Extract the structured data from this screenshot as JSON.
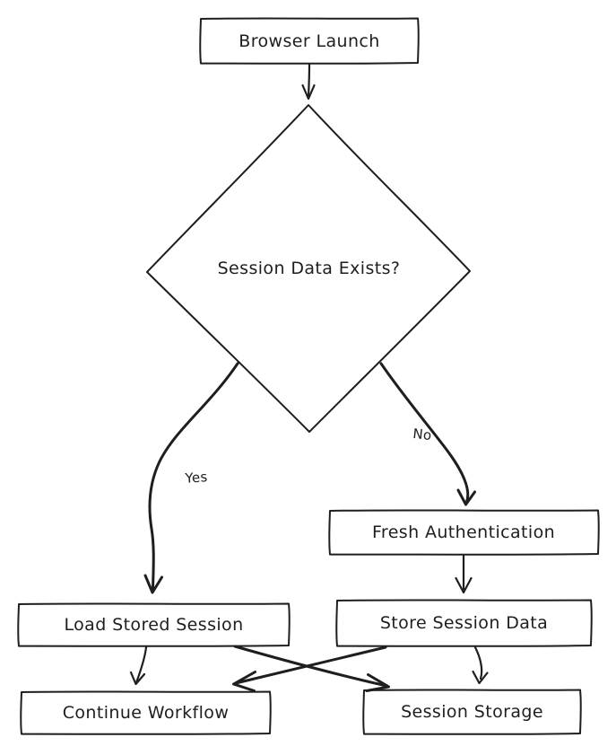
{
  "canvas": {
    "background_color": "#ffffff",
    "stroke_color": "#1e1e1e"
  },
  "diagram": {
    "nodes": [
      {
        "id": "browser-launch",
        "shape": "rectangle",
        "label": "Browser Launch"
      },
      {
        "id": "session-data-exists",
        "shape": "diamond",
        "label": "Session Data Exists?"
      },
      {
        "id": "fresh-authentication",
        "shape": "rectangle",
        "label": "Fresh Authentication"
      },
      {
        "id": "load-stored-session",
        "shape": "rectangle",
        "label": "Load Stored Session"
      },
      {
        "id": "store-session-data",
        "shape": "rectangle",
        "label": "Store Session Data"
      },
      {
        "id": "continue-workflow",
        "shape": "rectangle",
        "label": "Continue Workflow"
      },
      {
        "id": "session-storage",
        "shape": "rectangle",
        "label": "Session Storage"
      }
    ],
    "edges": [
      {
        "from": "browser-launch",
        "to": "session-data-exists",
        "label": ""
      },
      {
        "from": "session-data-exists",
        "to": "load-stored-session",
        "label": "Yes"
      },
      {
        "from": "session-data-exists",
        "to": "fresh-authentication",
        "label": "No"
      },
      {
        "from": "fresh-authentication",
        "to": "store-session-data",
        "label": ""
      },
      {
        "from": "load-stored-session",
        "to": "continue-workflow",
        "label": ""
      },
      {
        "from": "load-stored-session",
        "to": "session-storage",
        "label": ""
      },
      {
        "from": "store-session-data",
        "to": "session-storage",
        "label": ""
      },
      {
        "from": "store-session-data",
        "to": "continue-workflow",
        "label": ""
      }
    ]
  }
}
